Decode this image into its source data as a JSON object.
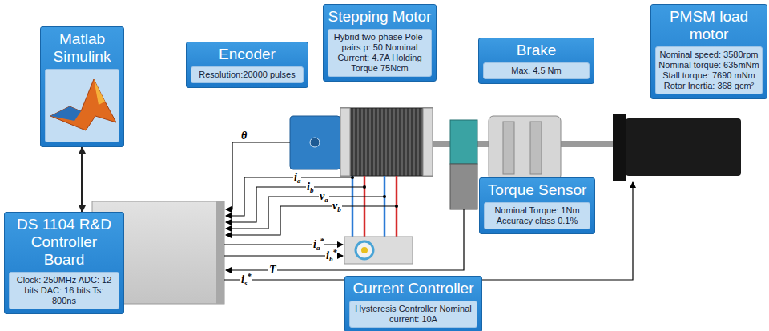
{
  "diagram": {
    "nodes": [
      {
        "text": [
          "Matlab Simulink"
        ]
      },
      {
        "text": [
          "Encoder",
          "Resolution:20000 pulses"
        ]
      },
      {
        "text": [
          "Stepping Motor",
          "Hybrid two-phase Pole-pairs p: 50 Nominal Current: 4.7A Holding Torque 75Ncm"
        ]
      },
      {
        "text": [
          "Brake",
          "Max. 4.5 Nm"
        ]
      },
      {
        "text": [
          "PMSM load motor",
          "Nominal speed: 3580rpm Nominal torque: 635mNm Stall torque: 7690 mNm Rotor Inertia: 368 gcm²"
        ]
      },
      {
        "text": [
          "DS 1104 R&D Controller Board",
          "Clock: 250MHz ADC: 12 bits DAC: 16 bits Ts: 800ns"
        ]
      },
      {
        "text": [
          "Current Controller",
          "Hysteresis Controller Nominal current: 10A"
        ]
      },
      {
        "text": [
          "Torque Sensor",
          "Nominal Torque: 1Nm Accuracy class 0.1%"
        ]
      }
    ],
    "edges": [
      {
        "from": 0,
        "to": 5,
        "arrow": "both"
      }
    ],
    "labels": [
      "θ",
      "ia",
      "ib",
      "va",
      "vb",
      "ia*",
      "ib*",
      "T",
      "is*"
    ]
  }
}
